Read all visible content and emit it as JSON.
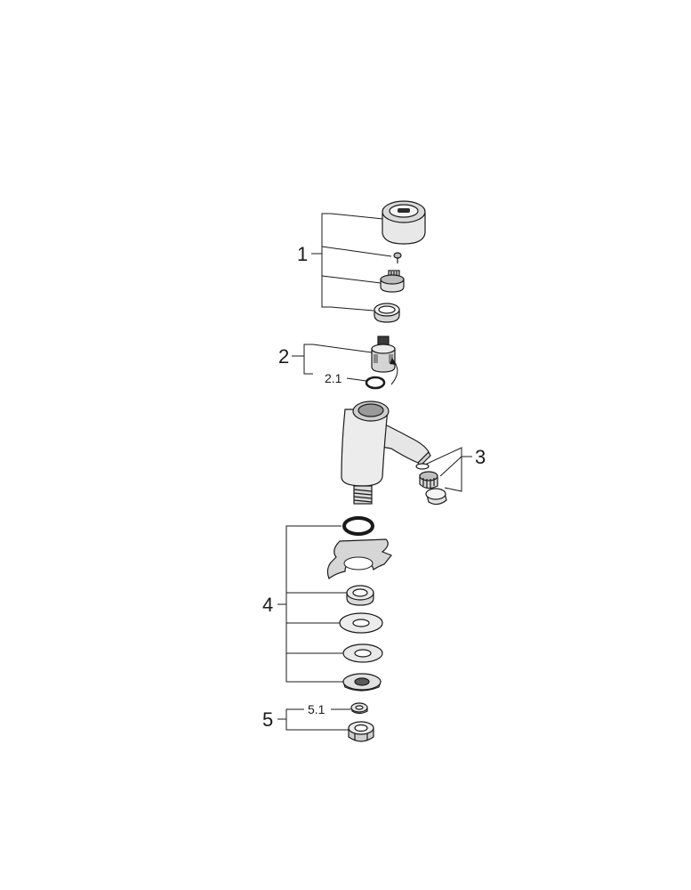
{
  "labels": {
    "group1": "1",
    "group2": "2",
    "sub2_1": "2.1",
    "group3": "3",
    "group4": "4",
    "group5": "5",
    "sub5_1": "5.1"
  },
  "colors": {
    "stroke": "#1a1a1a",
    "part_fill_light": "#f2f2f2",
    "part_fill_mid": "#d9d9d9",
    "part_fill_dark": "#a6a6a6"
  }
}
